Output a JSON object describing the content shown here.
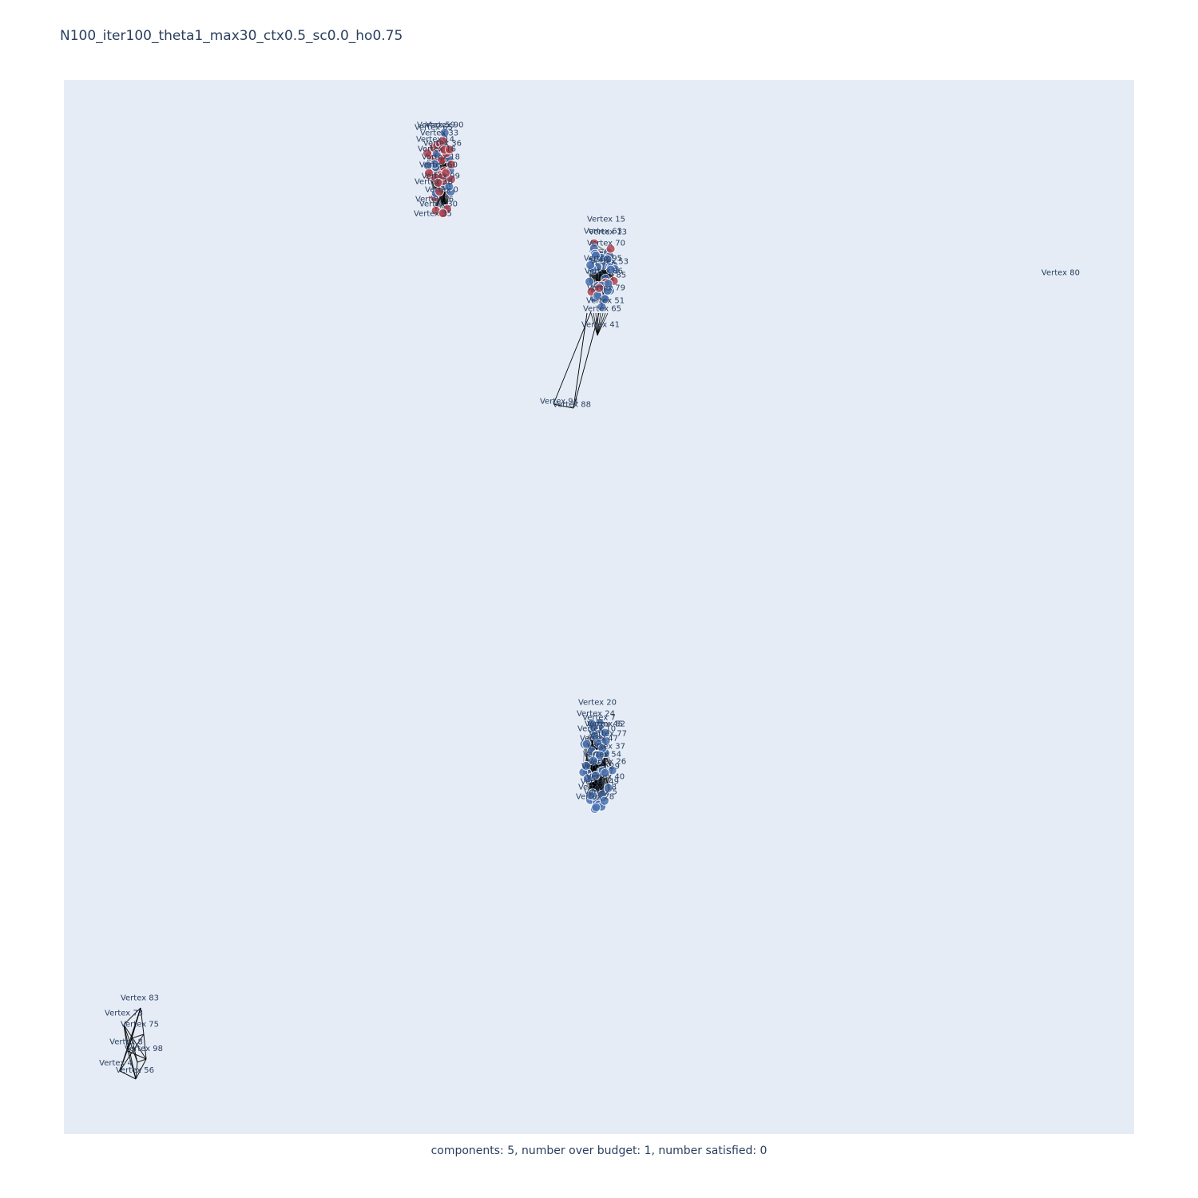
{
  "chart_data": {
    "type": "scatter",
    "title": "N100_iter100_theta1_max30_ctx0.5_sc0.0_ho0.75",
    "footer": "components: 5, number over budget: 1, number satisfied: 0",
    "xlim": [
      0,
      1
    ],
    "ylim": [
      0,
      1
    ],
    "grid": false,
    "legend": "none",
    "colors": {
      "plot_bg": "#e5ecf6",
      "red": "#b2434f",
      "blue": "#4a72b0",
      "edge": "#000000",
      "text": "#2a3f5f"
    },
    "labels": [
      {
        "text": "Vertex 59",
        "x": 0.3478,
        "y": 0.9549,
        "c": "red"
      },
      {
        "text": "Vertex 90",
        "x": 0.3556,
        "y": 0.9549,
        "c": "red"
      },
      {
        "text": "Vertex 65",
        "x": 0.3455,
        "y": 0.9527,
        "c": "red"
      },
      {
        "text": "Vertex 33",
        "x": 0.3508,
        "y": 0.9473,
        "c": "red"
      },
      {
        "text": "Vertex 14",
        "x": 0.347,
        "y": 0.9413,
        "c": "red"
      },
      {
        "text": "Vertex 36",
        "x": 0.3537,
        "y": 0.9375,
        "c": "blue"
      },
      {
        "text": "Vertex 16",
        "x": 0.3485,
        "y": 0.9322,
        "c": "red"
      },
      {
        "text": "Vertex 18",
        "x": 0.3522,
        "y": 0.9246,
        "c": "blue"
      },
      {
        "text": "Vertex 60",
        "x": 0.35,
        "y": 0.917,
        "c": "red"
      },
      {
        "text": "Vertex 99",
        "x": 0.3522,
        "y": 0.9064,
        "c": "red"
      },
      {
        "text": "Vertex 38",
        "x": 0.3455,
        "y": 0.9011,
        "c": "red"
      },
      {
        "text": "Vertex 0",
        "x": 0.353,
        "y": 0.8935,
        "c": "blue"
      },
      {
        "text": "Vertex 76",
        "x": 0.3463,
        "y": 0.8844,
        "c": "red"
      },
      {
        "text": "Vertex 30",
        "x": 0.35,
        "y": 0.8798,
        "c": "red"
      },
      {
        "text": "Vertex 35",
        "x": 0.3448,
        "y": 0.8707,
        "c": "red"
      },
      {
        "text": "Vertex 15",
        "x": 0.5067,
        "y": 0.8654,
        "c": "blue"
      },
      {
        "text": "Vertex 13",
        "x": 0.5082,
        "y": 0.8533,
        "c": "blue"
      },
      {
        "text": "Vertex 63",
        "x": 0.5037,
        "y": 0.8541,
        "c": "red"
      },
      {
        "text": "Vertex 70",
        "x": 0.5067,
        "y": 0.8427,
        "c": "blue"
      },
      {
        "text": "Vertex 95",
        "x": 0.5037,
        "y": 0.8283,
        "c": "red"
      },
      {
        "text": "Vertex 53",
        "x": 0.5097,
        "y": 0.8253,
        "c": "blue"
      },
      {
        "text": "Vertex 86",
        "x": 0.5045,
        "y": 0.8162,
        "c": "red"
      },
      {
        "text": "Vertex 85",
        "x": 0.5075,
        "y": 0.8124,
        "c": "blue"
      },
      {
        "text": "Vertex 79",
        "x": 0.5067,
        "y": 0.8003,
        "c": "blue"
      },
      {
        "text": "Vertex 51",
        "x": 0.506,
        "y": 0.7882,
        "c": "blue"
      },
      {
        "text": "Vertex 65",
        "x": 0.503,
        "y": 0.7806,
        "c": "red"
      },
      {
        "text": "Vertex 41",
        "x": 0.5015,
        "y": 0.7654,
        "c": "blue"
      },
      {
        "text": "Vertex 80",
        "x": 0.9313,
        "y": 0.8147,
        "c": "blue"
      },
      {
        "text": "Vertex 94",
        "x": 0.4627,
        "y": 0.6927,
        "c": "blue"
      },
      {
        "text": "Vertex 88",
        "x": 0.4746,
        "y": 0.6896,
        "c": "blue"
      },
      {
        "text": "Vertex 20",
        "x": 0.4985,
        "y": 0.4071,
        "c": "blue"
      },
      {
        "text": "Vertex 24",
        "x": 0.497,
        "y": 0.3965,
        "c": "blue"
      },
      {
        "text": "Vertex 7",
        "x": 0.5,
        "y": 0.3927,
        "c": "blue"
      },
      {
        "text": "Vertex 45",
        "x": 0.5045,
        "y": 0.3866,
        "c": "blue"
      },
      {
        "text": "Vertex 52",
        "x": 0.5067,
        "y": 0.3866,
        "c": "blue"
      },
      {
        "text": "Vertex 10",
        "x": 0.4978,
        "y": 0.3821,
        "c": "blue"
      },
      {
        "text": "Vertex 77",
        "x": 0.5082,
        "y": 0.3775,
        "c": "blue"
      },
      {
        "text": "Vertex 47",
        "x": 0.5,
        "y": 0.373,
        "c": "blue"
      },
      {
        "text": "Vertex 37",
        "x": 0.5067,
        "y": 0.3654,
        "c": "blue"
      },
      {
        "text": "Vertex 54",
        "x": 0.503,
        "y": 0.3578,
        "c": "blue"
      },
      {
        "text": "Vertex 26",
        "x": 0.5075,
        "y": 0.351,
        "c": "blue"
      },
      {
        "text": "Vertex 29",
        "x": 0.5015,
        "y": 0.3465,
        "c": "blue"
      },
      {
        "text": "Vertex 40",
        "x": 0.506,
        "y": 0.3366,
        "c": "blue"
      },
      {
        "text": "Vertex 49",
        "x": 0.5007,
        "y": 0.3321,
        "c": "blue"
      },
      {
        "text": "Vertex 18",
        "x": 0.4985,
        "y": 0.3268,
        "c": "blue"
      },
      {
        "text": "Vertex 5",
        "x": 0.5015,
        "y": 0.3222,
        "c": "blue"
      },
      {
        "text": "Vertex 28",
        "x": 0.4963,
        "y": 0.3177,
        "c": "blue"
      },
      {
        "text": "Vertex 83",
        "x": 0.0709,
        "y": 0.1269,
        "c": "blue"
      },
      {
        "text": "Vertex 73",
        "x": 0.056,
        "y": 0.1125,
        "c": "blue"
      },
      {
        "text": "Vertex 75",
        "x": 0.0709,
        "y": 0.1019,
        "c": "blue"
      },
      {
        "text": "Vertex 8",
        "x": 0.0582,
        "y": 0.0854,
        "c": "blue"
      },
      {
        "text": "Vertex 98",
        "x": 0.0746,
        "y": 0.0786,
        "c": "blue"
      },
      {
        "text": "Vertex 4",
        "x": 0.0485,
        "y": 0.0651,
        "c": "blue"
      },
      {
        "text": "Vertex 56",
        "x": 0.0664,
        "y": 0.0582,
        "c": "blue"
      }
    ]
  }
}
